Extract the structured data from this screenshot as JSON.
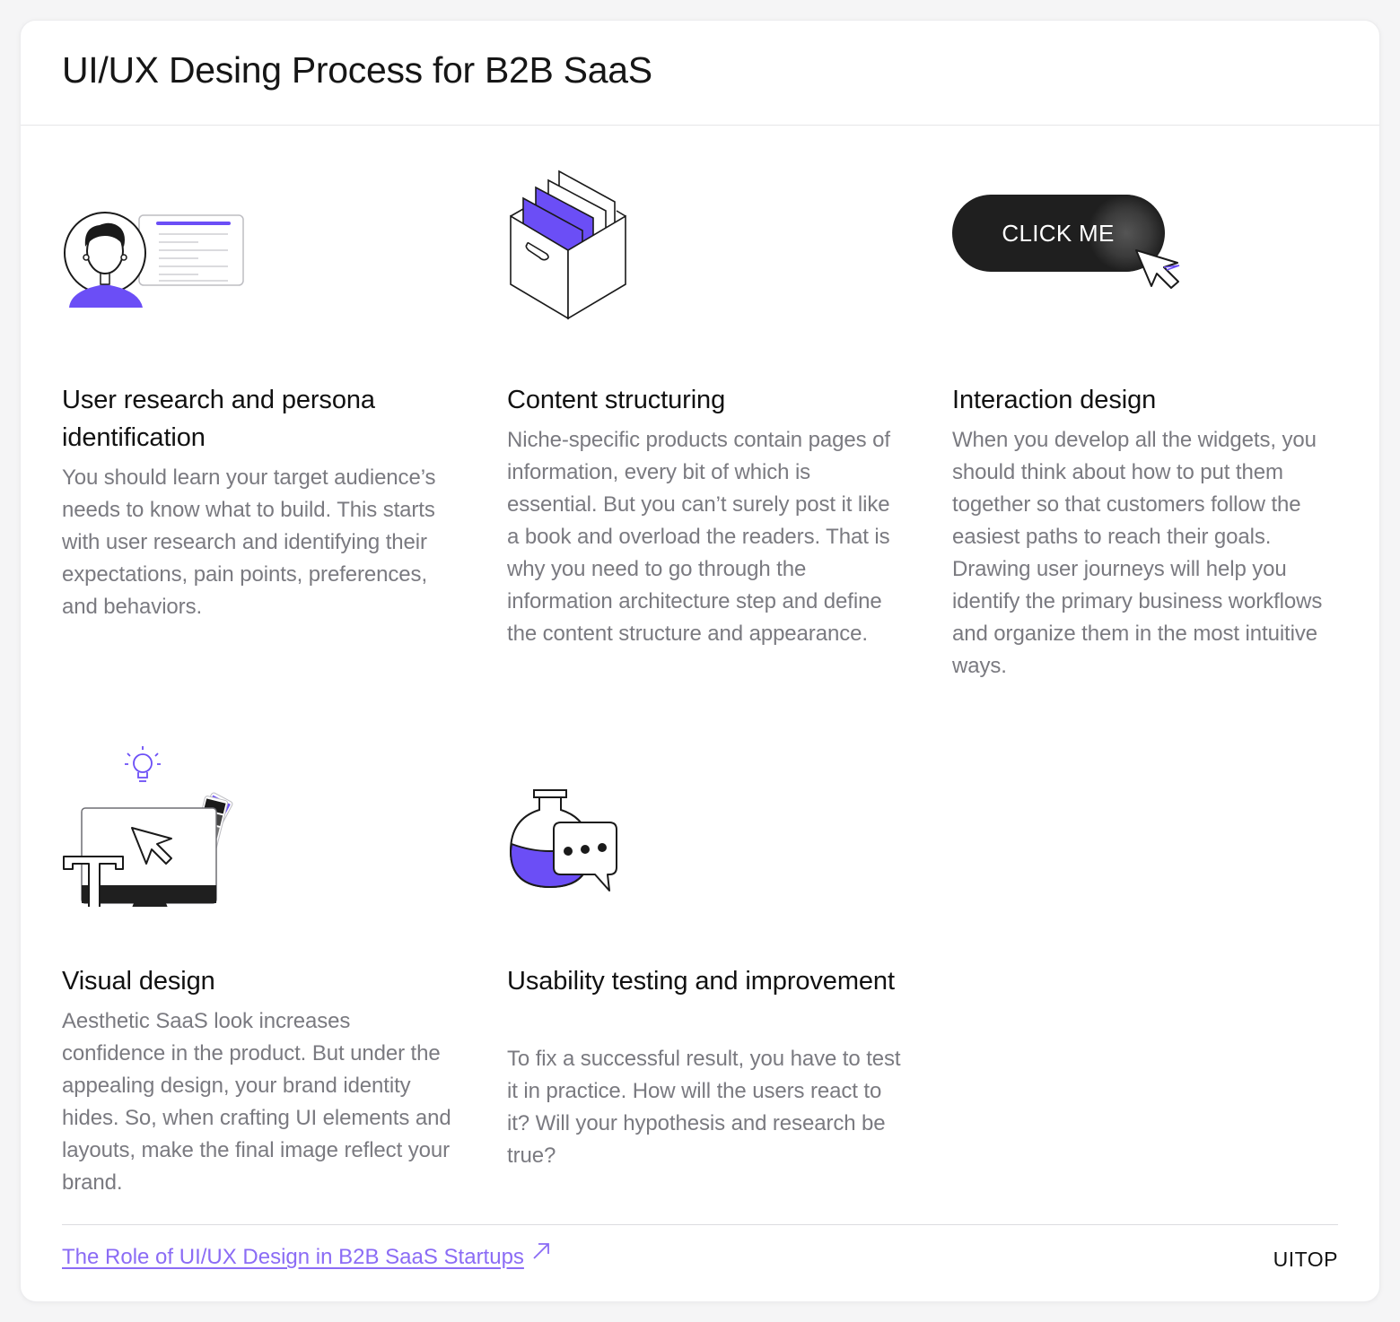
{
  "title": "UI/UX Desing Process for B2B SaaS",
  "steps": [
    {
      "title": "User research and persona identification",
      "text": "You should learn your target audience’s needs to know what to build. This starts with user research and identifying their expectations, pain points, preferences, and behaviors.",
      "icon": "persona-icon"
    },
    {
      "title": "Content structuring",
      "text": "Niche-specific products contain pages of information, every bit of which is essential. But you can’t surely post it like a book and overload the readers. That is why you need to go through the information architecture step and define the content structure and appearance.",
      "icon": "file-box-icon"
    },
    {
      "title": "Interaction design",
      "text": "When you develop all the widgets, you should think about how to put them together so that customers follow the easiest paths to reach their goals. Drawing user journeys will help you identify the primary business workflows and organize them in the most intuitive ways.",
      "icon": "click-button-icon",
      "button_label": "CLICK ME"
    },
    {
      "title": "Visual design",
      "text": "Aesthetic SaaS look increases confidence in the product. But under the appealing design, your brand identity hides. So, when crafting UI elements and layouts, make the final image reflect your brand.",
      "icon": "monitor-palette-icon"
    },
    {
      "title": "Usability testing and improvement",
      "text": "To fix a successful result, you have to test it in practice. How will the users react to it? Will your hypothesis and research be true?",
      "icon": "flask-chat-icon"
    }
  ],
  "footer": {
    "link_text": "The Role of UI/UX Design in B2B SaaS Startups",
    "link_icon": "external-arrow-icon",
    "brand": "UITOP"
  },
  "colors": {
    "accent": "#6b4ef6",
    "link": "#8b6cf5",
    "muted_text": "#7a7a80",
    "dark": "#1f1f1f"
  }
}
